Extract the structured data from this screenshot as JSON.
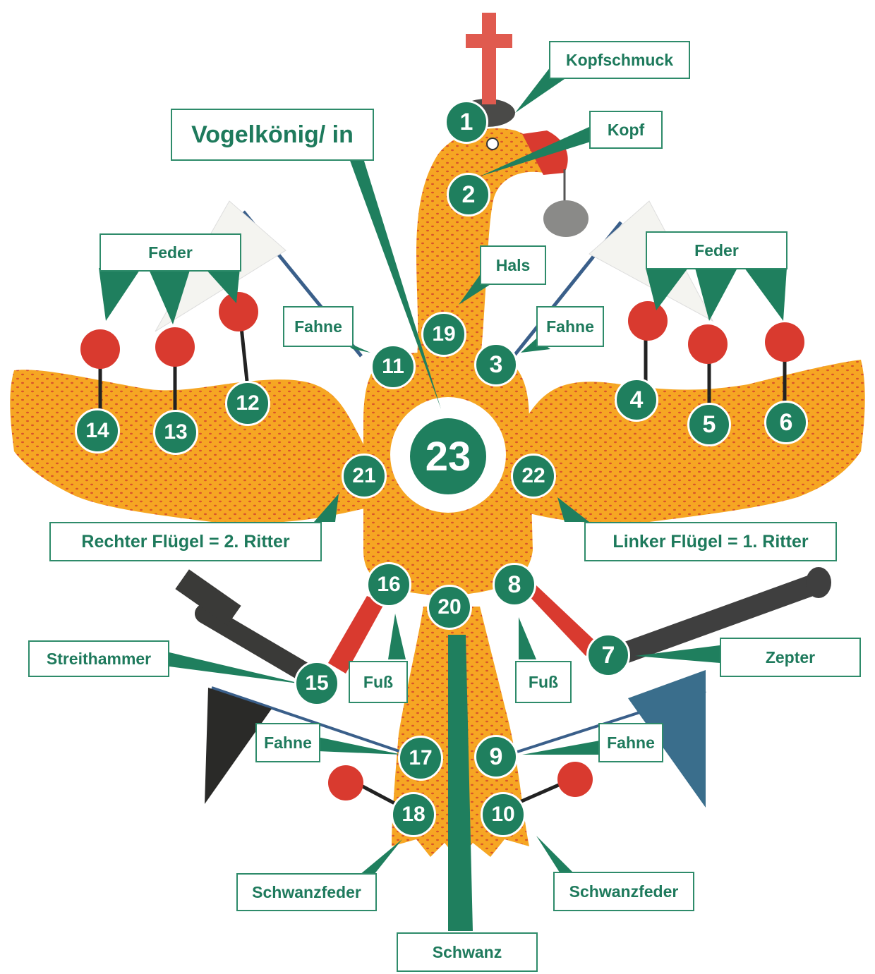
{
  "title": "Vogelkönig/ in",
  "numbers": [
    "1",
    "2",
    "3",
    "4",
    "5",
    "6",
    "7",
    "8",
    "9",
    "10",
    "11",
    "12",
    "13",
    "14",
    "15",
    "16",
    "17",
    "18",
    "19",
    "20",
    "21",
    "22",
    "23"
  ],
  "labels": {
    "kopfschmuck": "Kopfschmuck",
    "kopf": "Kopf",
    "hals": "Hals",
    "feder": "Feder",
    "fahne": "Fahne",
    "rechter_fluegel": "Rechter Flügel = 2. Ritter",
    "linker_fluegel": "Linker Flügel = 1. Ritter",
    "streithammer": "Streithammer",
    "zepter": "Zepter",
    "fuss": "Fuß",
    "schwanzfeder": "Schwanzfeder",
    "schwanz": "Schwanz"
  },
  "colors": {
    "accent_green": "#1f7f5e",
    "body_orange": "#f6a623",
    "ball_red": "#d93a2f",
    "flag_white": "#f4f4f0",
    "flag_black": "#2a2a28",
    "flag_blue": "#3a6e8c",
    "weapon_grey": "#3f3f3f"
  }
}
